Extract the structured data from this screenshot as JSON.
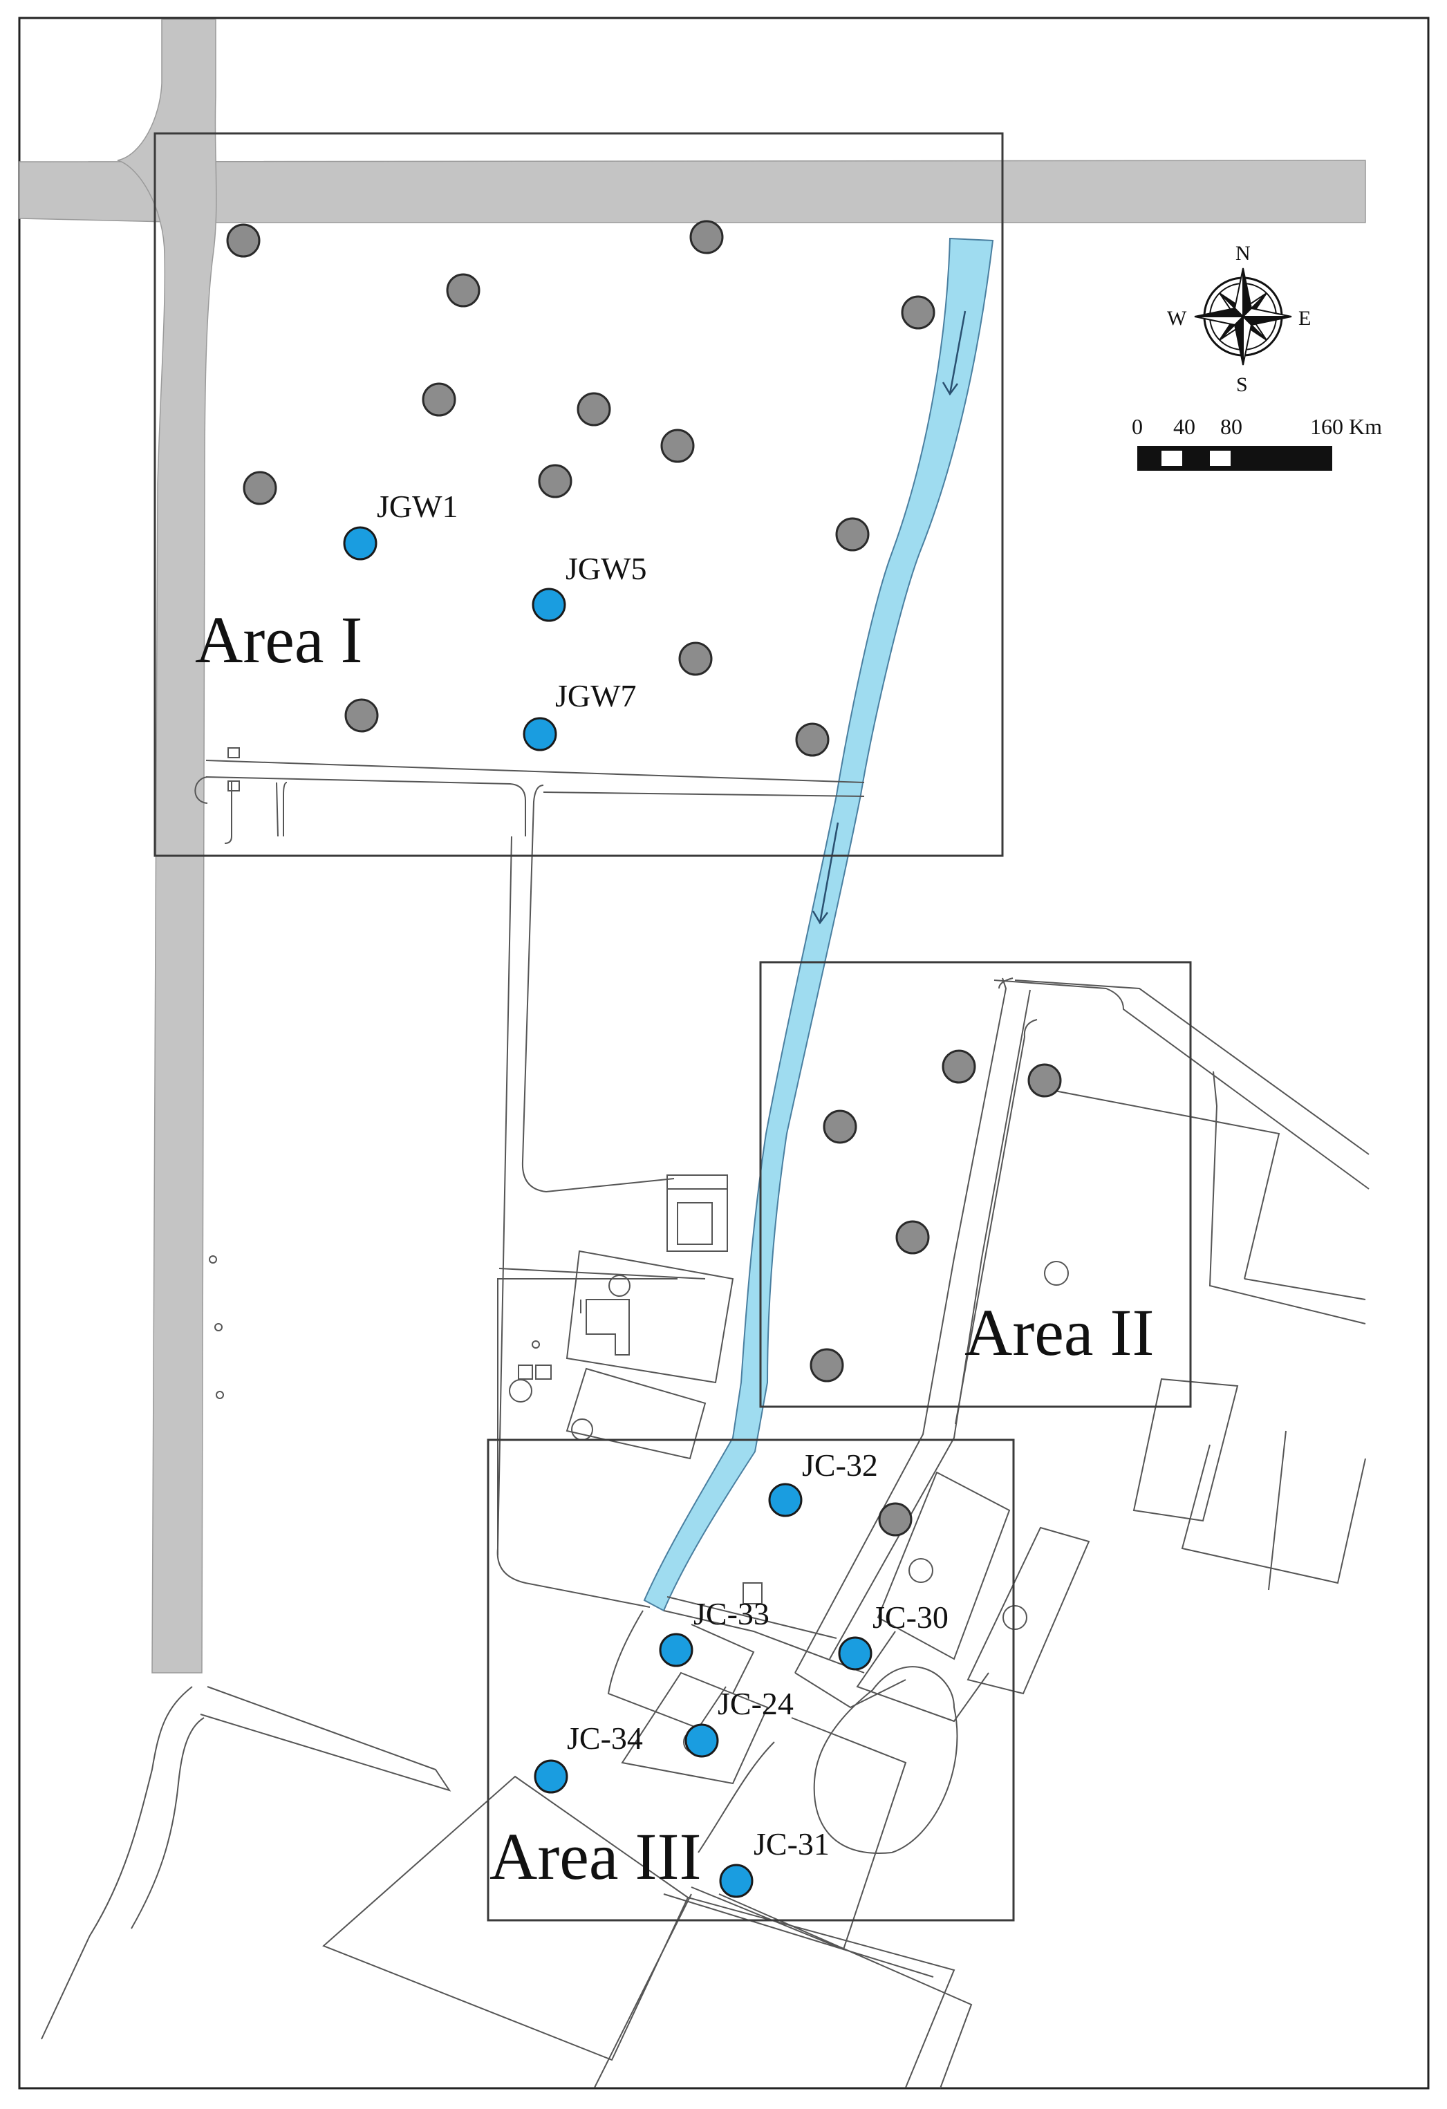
{
  "map": {
    "areas": [
      {
        "id": "area-1",
        "label": "Area I"
      },
      {
        "id": "area-2",
        "label": "Area II"
      },
      {
        "id": "area-3",
        "label": "Area III"
      }
    ],
    "labeled_wells": [
      "JGW1",
      "JGW5",
      "JGW7",
      "JC-32",
      "JC-33",
      "JC-30",
      "JC-24",
      "JC-34",
      "JC-31"
    ],
    "colors": {
      "labeled_well": "#1a9de0",
      "unlabeled_well": "#8c8c8c",
      "road": "#c4c4c4",
      "river": "#9fdcf0",
      "outline": "#3a3a3a"
    },
    "compass": {
      "n": "N",
      "s": "S",
      "e": "E",
      "w": "W"
    },
    "scale_bar": {
      "ticks": [
        "0",
        "40",
        "80"
      ],
      "end": "160 Km"
    }
  }
}
